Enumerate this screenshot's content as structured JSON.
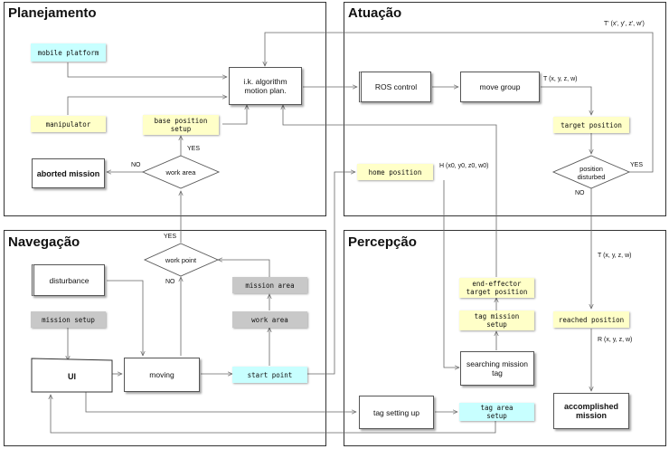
{
  "panels": {
    "planejamento": "Planejamento",
    "atuacao": "Atuação",
    "navegacao": "Navegação",
    "percepcao": "Percepção"
  },
  "nodes": {
    "mobile_platform": "mobile platform",
    "ik_algorithm": "i.k. algorithm\nmotion plan.",
    "manipulator": "manipulator",
    "base_position_setup": "base position\nsetup",
    "aborted_mission": "aborted mission",
    "work_area_decision": "work area",
    "ros_control": "ROS control",
    "move_group": "move group",
    "target_position": "target position",
    "position_disturbed": "position\ndisturbed",
    "home_position": "home position",
    "disturbance": "disturbance",
    "work_point": "work point",
    "mission_setup": "mission setup",
    "ui": "UI",
    "moving": "moving",
    "mission_area": "mission area",
    "work_area_box": "work area",
    "start_point": "start point",
    "end_effector_target": "end-effector\ntarget position",
    "tag_mission_setup": "tag mission\nsetup",
    "searching_mission_tag": "searching mission\ntag",
    "tag_setting_up": "tag setting up",
    "tag_area_setup": "tag area\nsetup",
    "reached_position": "reached position",
    "accomplished_mission": "accomplished\nmission"
  },
  "edge_labels": {
    "yes_work_area": "YES",
    "no_work_area": "NO",
    "yes_work_point": "YES",
    "no_work_point": "NO",
    "yes_disturbed": "YES",
    "no_disturbed": "NO",
    "t_prime": "T' (x', y', z', w')",
    "t_target": "T (x, y, z, w)",
    "h_home": "H (x0, y0, z0, w0)",
    "t_reached": "T (x, y, z, w)",
    "r_accomplished": "R (x, y, z, w)"
  },
  "colors": {
    "note_yellow": "#ffffc8",
    "note_cyan": "#c8ffff",
    "note_gray": "#c8c8c8",
    "line": "#666666"
  }
}
